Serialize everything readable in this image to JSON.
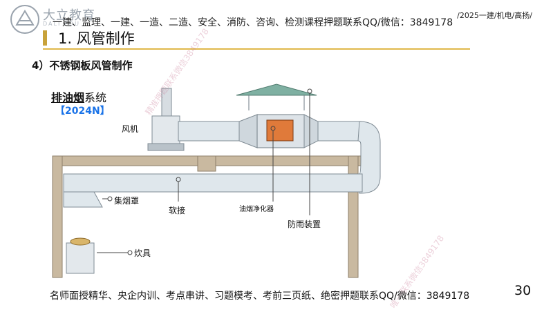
{
  "brand": {
    "name": "大立教育",
    "sub": "DALI EDU"
  },
  "top_banner": "一建、监理、一建、一造、二造、安全、消防、咨询、检测课程押题联系QQ/微信：3849178",
  "course_tag": "/2025一建/机电/高扬/",
  "title": "1. 风管制作",
  "subheading": "4）不锈钢板风管制作",
  "system": {
    "title_underlined": "排油烟",
    "title_rest": "系统",
    "year_tag": "【2024N】"
  },
  "labels": {
    "fan": "风机",
    "hood": "集烟罩",
    "flex": "软接",
    "purifier": "油烟净化器",
    "rain": "防雨装置",
    "stove": "炊具"
  },
  "bottom_banner": "名师面授精华、央企内训、考点串讲、习题模考、考前三页纸、绝密押题联系QQ/微信：3849178",
  "page_number": "30",
  "watermarks": [
    "精准押题联系微信3849178",
    "唯一联系微信3849178"
  ],
  "colors": {
    "accent": "#e0b84a",
    "tag_blue": "#1a73e8",
    "duct": "#dfe7ec",
    "wall": "#c9b9a0",
    "hood": "#7fb0a2"
  }
}
